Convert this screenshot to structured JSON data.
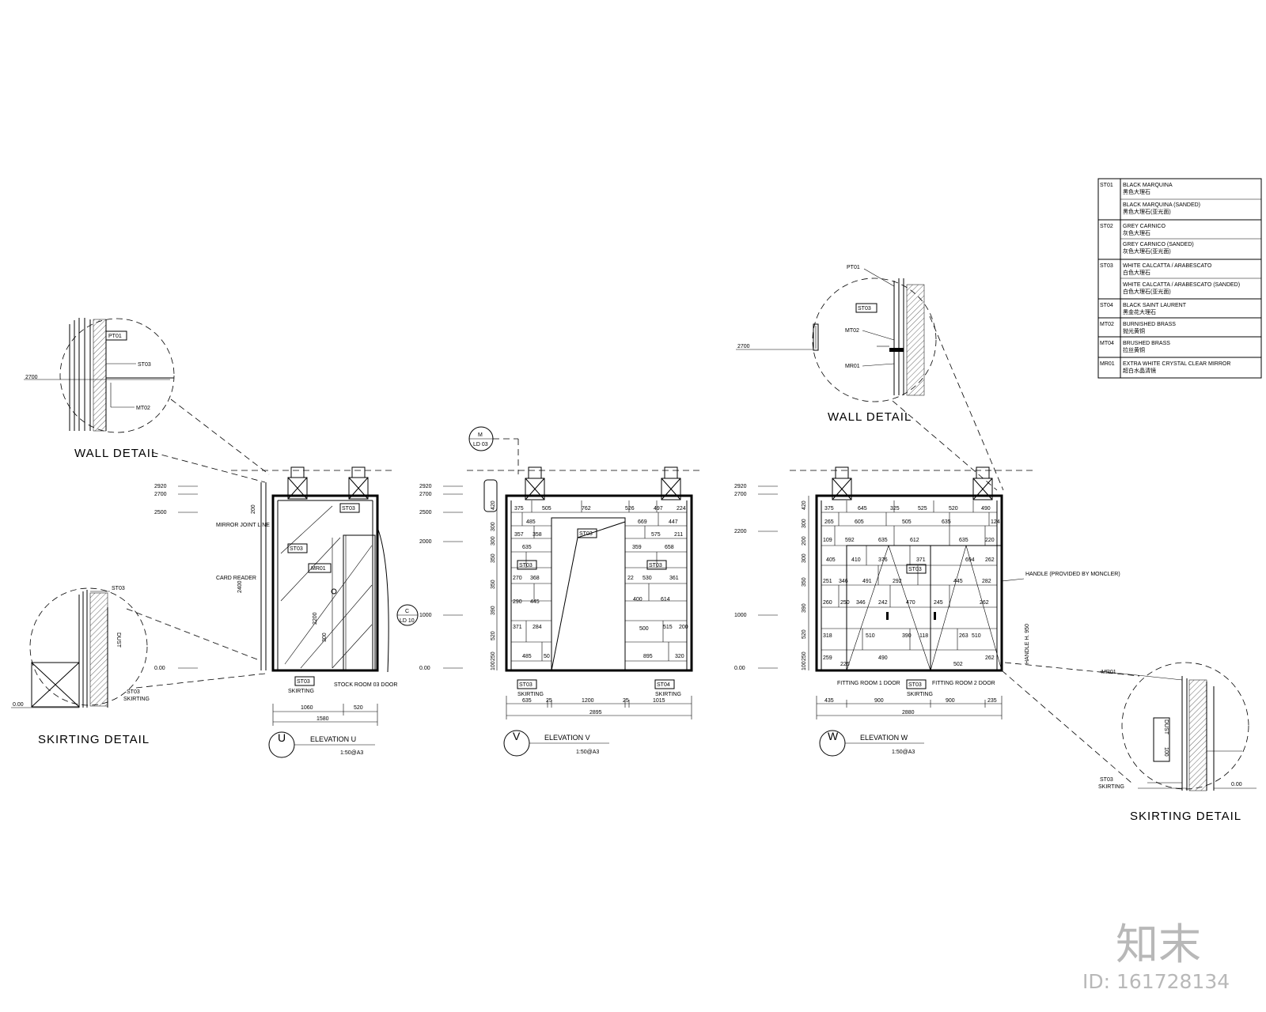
{
  "legend": {
    "rows": [
      {
        "code": "ST01",
        "desc": "BLACK MARQUINA",
        "cn": "黑色大理石"
      },
      {
        "code": "",
        "desc": "BLACK MARQUINA (SANDED)",
        "cn": "黑色大理石(亚光面)"
      },
      {
        "code": "ST02",
        "desc": "GREY CARNICO",
        "cn": "灰色大理石"
      },
      {
        "code": "",
        "desc": "GREY CARNICO (SANDED)",
        "cn": "灰色大理石(亚光面)"
      },
      {
        "code": "ST03",
        "desc": "WHITE CALCATTA / ARABESCATO",
        "cn": "白色大理石"
      },
      {
        "code": "",
        "desc": "WHITE CALCATTA / ARABESCATO (SANDED)",
        "cn": "白色大理石(亚光面)"
      },
      {
        "code": "ST04",
        "desc": "BLACK SAINT LAURENT",
        "cn": "黑金花大理石"
      },
      {
        "code": "MT02",
        "desc": "BURNISHED BRASS",
        "cn": "抛光黄铜"
      },
      {
        "code": "MT04",
        "desc": "BRUSHED BRASS",
        "cn": "拉丝黄铜"
      },
      {
        "code": "MR01",
        "desc": "EXTRA WHITE CRYSTAL CLEAR MIRROR",
        "cn": "超白水晶清镜"
      }
    ]
  },
  "details": {
    "wall_left": {
      "title": "WALL DETAIL",
      "level": "2700",
      "pt": "PT01",
      "st": "ST03",
      "mt": "MT02"
    },
    "skirting_left": {
      "title": "SKIRTING DETAIL",
      "level": "0.00",
      "st_a": "ST03",
      "st_b": "ST03",
      "st_b_sub": "SKIRTING",
      "dim": "DUST"
    },
    "wall_right": {
      "title": "WALL DETAIL",
      "level": "2700",
      "pt": "PT01",
      "st": "ST03",
      "mt": "MT02",
      "mr": "MR01"
    },
    "skirting_right": {
      "title": "SKIRTING DETAIL",
      "level": "0.00",
      "mr": "MR01",
      "st": "ST03",
      "st_sub": "SKIRTING",
      "dim": "DUST",
      "dim2": "100"
    }
  },
  "elevation_u": {
    "tag": "U",
    "title": "ELEVATION U",
    "scale": "1:50@A3",
    "levels": [
      "2920",
      "2700",
      "2500",
      "0.00"
    ],
    "notes": [
      "MIRROR JOINT LINE",
      "CARD READER"
    ],
    "dims_v": [
      "2400",
      "2200",
      "300",
      "200"
    ],
    "tags": [
      "ST03",
      "ST03",
      "MR01",
      "ST03"
    ],
    "bottom": [
      "SKIRTING",
      "STOCK ROOM 03 DOOR"
    ],
    "dims_h": [
      "1060",
      "520",
      "1580"
    ],
    "section": "C",
    "section_ref": "LD 10"
  },
  "elevation_v": {
    "tag": "V",
    "title": "ELEVATION V",
    "scale": "1:50@A3",
    "levels": [
      "2920",
      "2700",
      "2500",
      "2000",
      "1000",
      "0.00"
    ],
    "dims_v": [
      "420",
      "300",
      "300",
      "350",
      "350",
      "390",
      "520",
      "250",
      "100"
    ],
    "marker": "M",
    "marker_ref": "LD 03",
    "row_vals": [
      "375",
      "505",
      "762",
      "526",
      "497",
      "224",
      "485",
      "669",
      "447",
      "357",
      "358",
      "575",
      "211",
      "635",
      "359",
      "658",
      "270",
      "368",
      "22",
      "530",
      "361",
      "290",
      "445",
      "400",
      "614",
      "371",
      "284",
      "500",
      "515",
      "200",
      "485",
      "50",
      "895",
      "320"
    ],
    "tags": [
      "ST03",
      "ST03",
      "ST03",
      "ST03",
      "ST04"
    ],
    "bottom": [
      "SKIRTING",
      "SKIRTING"
    ],
    "dims_h": [
      "635",
      "25",
      "1200",
      "25",
      "1015",
      "2895"
    ]
  },
  "elevation_w": {
    "tag": "W",
    "title": "ELEVATION W",
    "scale": "1:50@A3",
    "levels": [
      "2920",
      "2700",
      "2200",
      "1000",
      "0.00"
    ],
    "dims_v": [
      "420",
      "300",
      "200",
      "300",
      "350",
      "390",
      "520",
      "250",
      "100"
    ],
    "row_vals": [
      "375",
      "645",
      "325",
      "525",
      "520",
      "490",
      "265",
      "605",
      "505",
      "635",
      "124",
      "109",
      "592",
      "635",
      "612",
      "635",
      "220",
      "405",
      "410",
      "376",
      "371",
      "694",
      "262",
      "251",
      "346",
      "491",
      "292",
      "445",
      "282",
      "260",
      "250",
      "346",
      "242",
      "470",
      "245",
      "262",
      "318",
      "510",
      "390",
      "118",
      "263",
      "510",
      "259",
      "226",
      "490",
      "502",
      "262"
    ],
    "tags": [
      "ST03",
      "ST03"
    ],
    "note": "HANDLE (PROVIDED BY MONCLER)",
    "handle": "HANDLE H. 950",
    "bottom": [
      "FITTING ROOM 1 DOOR",
      "SKIRTING",
      "FITTING ROOM 2 DOOR"
    ],
    "dims_h": [
      "435",
      "900",
      "900",
      "235",
      "2880"
    ]
  },
  "watermark": {
    "logo": "知末",
    "id": "ID: 161728134"
  }
}
